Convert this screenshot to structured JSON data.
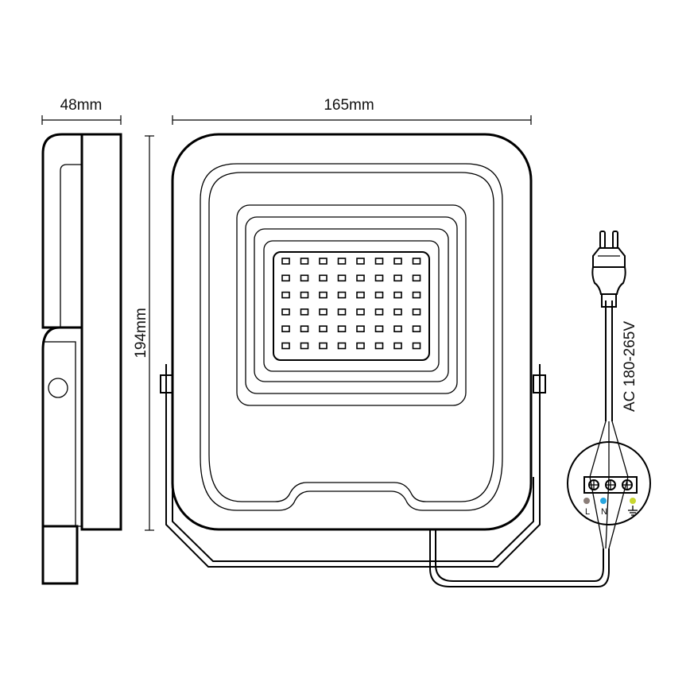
{
  "diagram": {
    "subject": "LED floodlight dimension drawing",
    "dimensions": {
      "depth": "48mm",
      "width": "165mm",
      "height": "194mm"
    },
    "power": {
      "voltage_label": "AC 180-265V"
    },
    "terminal_block": {
      "terminals": [
        {
          "label": "L",
          "color": "#8a7d78"
        },
        {
          "label": "N",
          "color": "#27a6e0"
        },
        {
          "label": "⏚",
          "color": "#c8d630"
        }
      ]
    },
    "led_grid": {
      "rows": 6,
      "cols": 8
    },
    "colors": {
      "line": "#000000",
      "background": "#ffffff"
    }
  }
}
